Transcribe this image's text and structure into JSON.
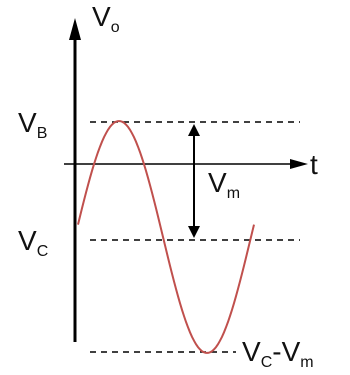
{
  "labels": {
    "y_axis_main": "V",
    "y_axis_sub": "o",
    "x_axis": "t",
    "vb_main": "V",
    "vb_sub": "B",
    "vc_main": "V",
    "vc_sub": "C",
    "vm_main": "V",
    "vm_sub": "m",
    "low_a_main": "V",
    "low_a_sub": "C",
    "low_dash": "-",
    "low_b_main": "V",
    "low_b_sub": "m"
  },
  "colors": {
    "curve": "#c0504d",
    "axis": "#000000",
    "dash": "#000000"
  }
}
